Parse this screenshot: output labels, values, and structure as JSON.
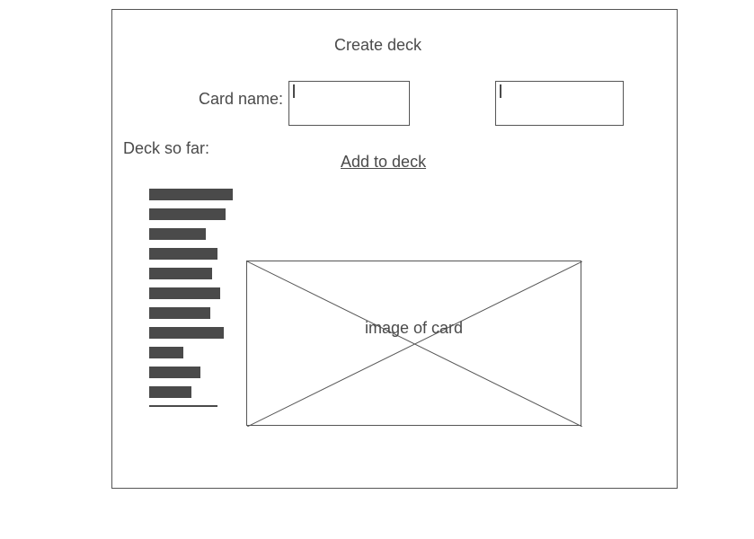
{
  "page": {
    "title": "Create deck",
    "card_name_label": "Card name:",
    "deck_so_far_label": "Deck so far:",
    "add_to_deck_label": "Add to deck"
  },
  "inputs": {
    "card_name_value": "",
    "second_value": ""
  },
  "deck_items": [
    {
      "kind": "placeholder-bar",
      "relative_length": 0.93
    },
    {
      "kind": "placeholder-bar",
      "relative_length": 0.85
    },
    {
      "kind": "placeholder-bar",
      "relative_length": 0.63
    },
    {
      "kind": "placeholder-bar",
      "relative_length": 0.76
    },
    {
      "kind": "placeholder-bar",
      "relative_length": 0.7
    },
    {
      "kind": "placeholder-bar",
      "relative_length": 0.79
    },
    {
      "kind": "placeholder-bar",
      "relative_length": 0.68
    },
    {
      "kind": "placeholder-bar",
      "relative_length": 0.83
    },
    {
      "kind": "placeholder-bar",
      "relative_length": 0.38
    },
    {
      "kind": "placeholder-bar",
      "relative_length": 0.57
    },
    {
      "kind": "placeholder-bar",
      "relative_length": 0.47
    }
  ],
  "card_image": {
    "label": "image of card"
  },
  "colors": {
    "text": "#4a4a4a",
    "border": "#555555",
    "background": "#ffffff"
  }
}
